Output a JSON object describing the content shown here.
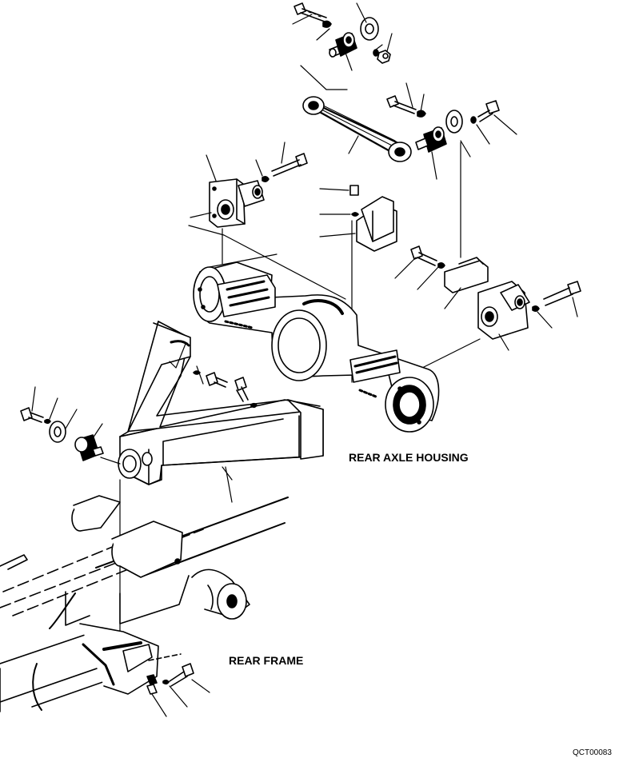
{
  "labels": {
    "rear_axle_housing": "REAR AXLE HOUSING",
    "rear_frame": "REAR FRAME",
    "drawing_code": "QCT00083"
  }
}
